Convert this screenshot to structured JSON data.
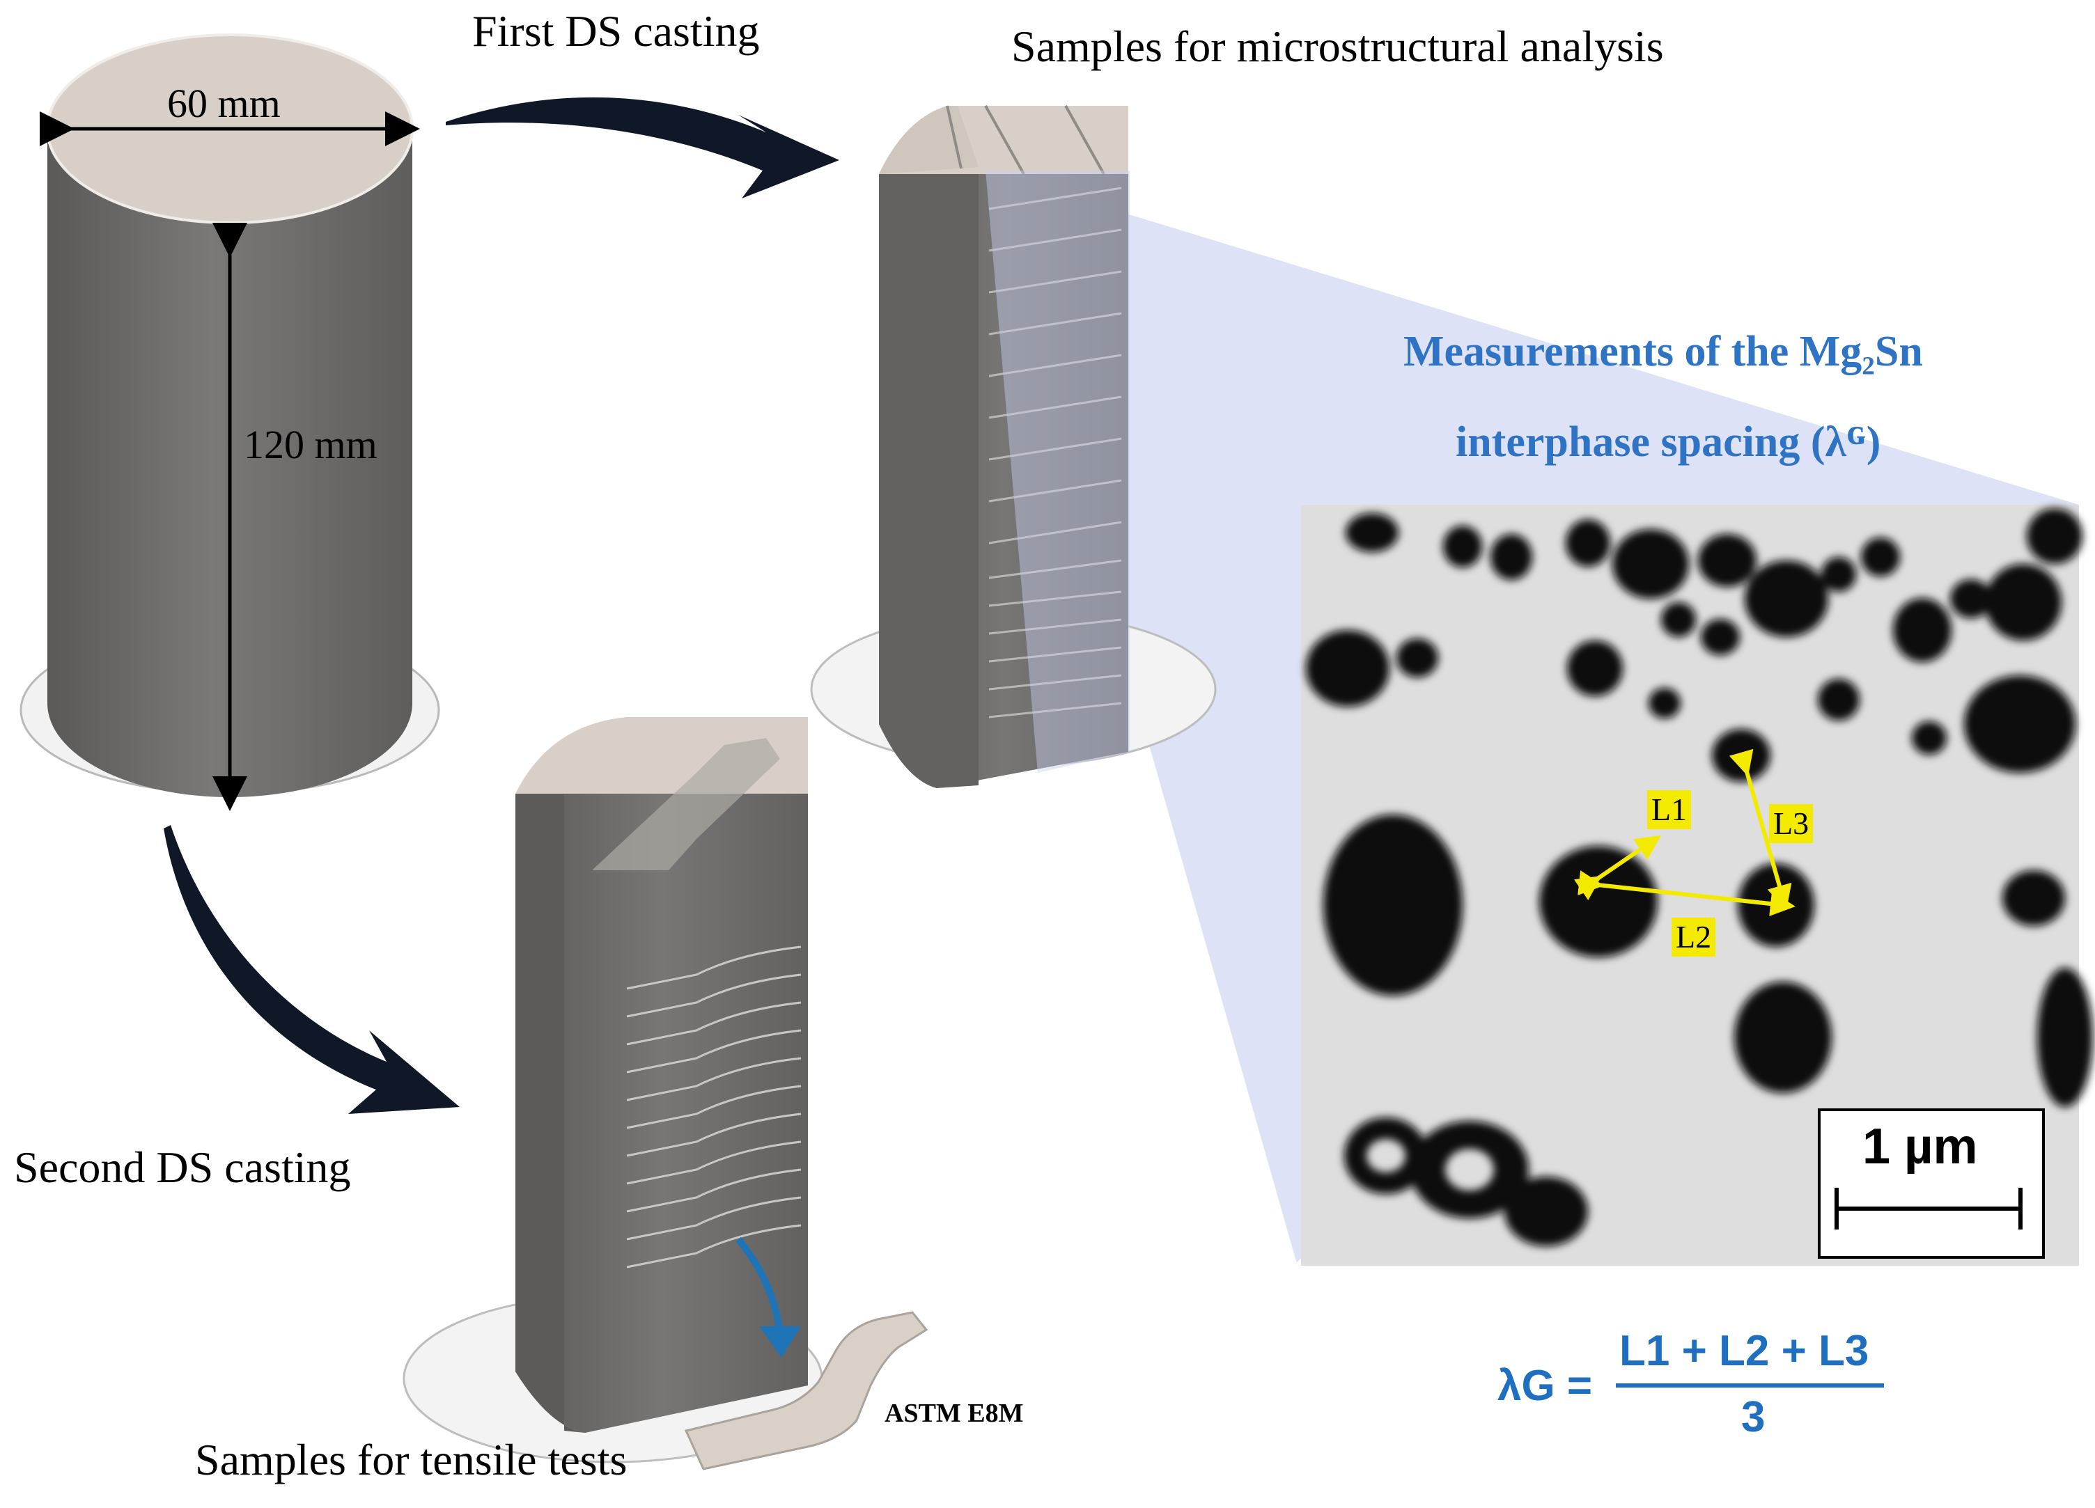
{
  "labels": {
    "first_casting": "First DS casting",
    "second_casting": "Second DS casting",
    "micro_samples": "Samples for microstructural analysis",
    "tensile_samples": "Samples for tensile tests",
    "astm": "ASTM E8M",
    "diameter": "60 mm",
    "height": "120 mm"
  },
  "measurement": {
    "title_line1": "Measurements of the Mg₂Sn",
    "title_line2": "interphase spacing (λᴳ)",
    "segment_labels": [
      "L1",
      "L2",
      "L3"
    ],
    "scale_bar": "1 µm"
  },
  "formula": {
    "lhs": "λG =",
    "numerator": "L1 + L2 + L3",
    "denominator": "3"
  },
  "colors": {
    "cylinder": "#6b6a68",
    "cylinder_top": "#d8d0c8",
    "arrow": "#101828",
    "accent_blue": "#2f74c4",
    "highlight_yellow": "#f4ea00",
    "projection": "#c8cff0"
  }
}
